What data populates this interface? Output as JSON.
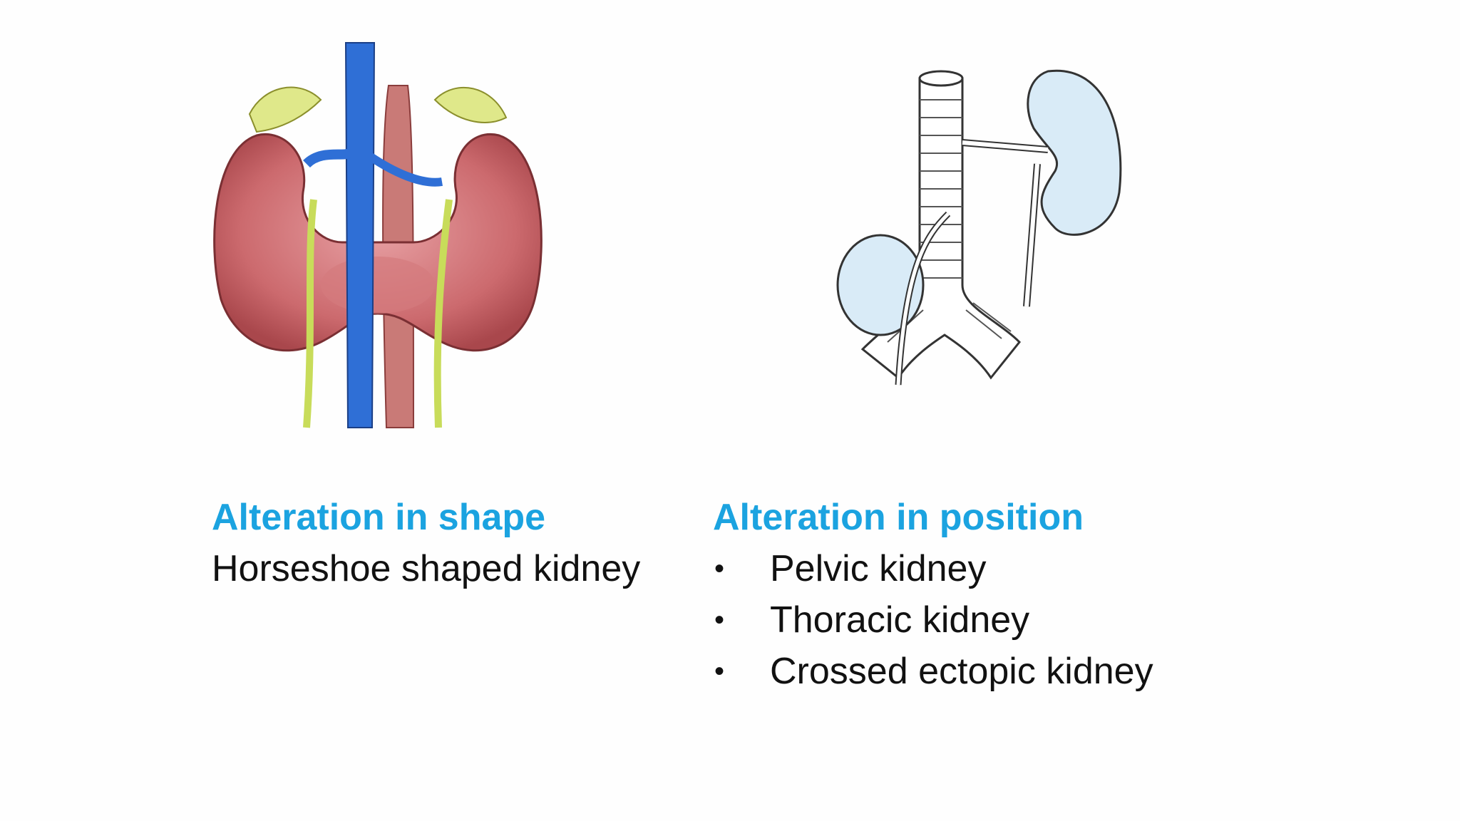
{
  "slide": {
    "left_block": {
      "heading": "Alteration in shape",
      "text": "Horseshoe shaped kidney",
      "illustration_icon": "horseshoe-kidney-illustration"
    },
    "right_block": {
      "heading": "Alteration in position",
      "bullets": [
        "Pelvic kidney",
        "Thoracic kidney",
        "Crossed ectopic kidney"
      ],
      "bullet_symbol": "•",
      "illustration_icon": "crossed-ectopic-kidney-illustration"
    },
    "colors": {
      "heading": "#1ba3e0",
      "text": "#111111",
      "kidney_red": "#c9686b",
      "vein_blue": "#2f6fd6",
      "ureter_green": "#c8dc5a",
      "kidney_lightblue": "#d9ebf7"
    }
  }
}
